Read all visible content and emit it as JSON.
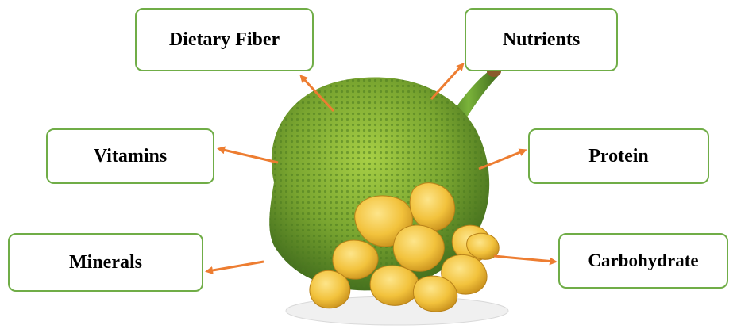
{
  "labels": {
    "dietary_fiber": "Dietary Fiber",
    "nutrients": "Nutrients",
    "vitamins": "Vitamins",
    "protein": "Protein",
    "minerals": "Minerals",
    "carbohydrate": "Carbohydrate"
  },
  "colors": {
    "box_border": "#70ad47",
    "arrow": "#ed7d31",
    "jackfruit_skin": "#7aa630",
    "bulb": "#f2c23c",
    "stem": "#5c8a2a"
  },
  "icons": {
    "center_image": "jackfruit-with-bulbs-illustration"
  }
}
